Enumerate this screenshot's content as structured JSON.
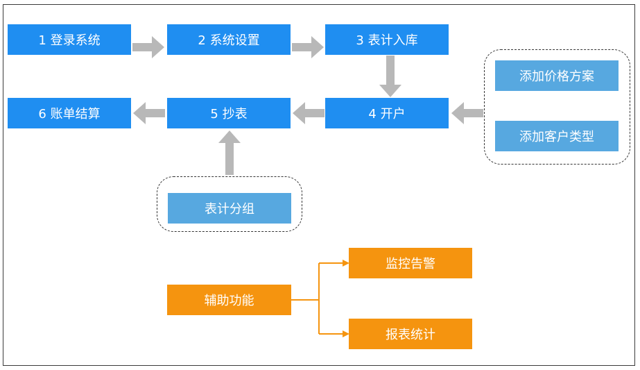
{
  "nodes": {
    "n1": "1 登录系统",
    "n2": "2 系统设置",
    "n3": "3 表计入库",
    "n4": "4 开户",
    "n5": "5 抄表",
    "n6": "6 账单结算",
    "price": "添加价格方案",
    "customer": "添加客户类型",
    "group": "表计分组",
    "aux": "辅助功能",
    "monitor": "监控告警",
    "report": "报表统计"
  },
  "colors": {
    "main": "#1f8ef1",
    "sub": "#57a8e0",
    "aux": "#f5940f",
    "arrow": "#b8b8b8",
    "connector": "#f5940f"
  }
}
